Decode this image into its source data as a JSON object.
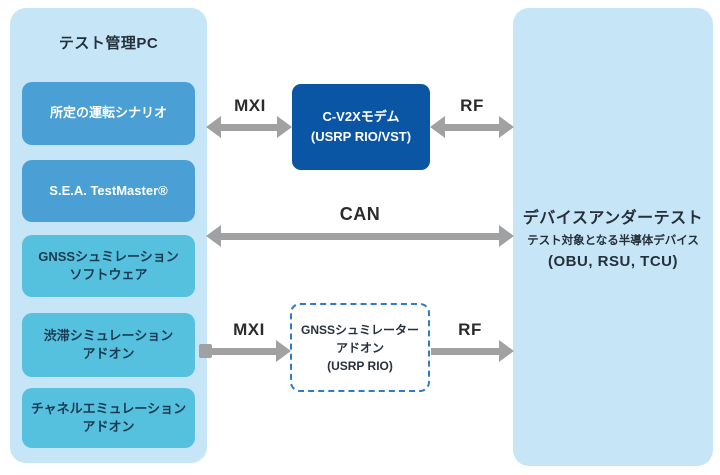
{
  "colors": {
    "panel_bg": "#c6e6f8",
    "module_blue": "#4a9fd4",
    "module_cyan": "#55c1df",
    "modem_bg": "#0b56a4",
    "dashed_border": "#2f7ac9",
    "arrow_gray": "#a0a1a3",
    "text_dark": "#25303b"
  },
  "test_pc_panel": {
    "title": "テスト管理PC",
    "modules": [
      {
        "label": "所定の運転シナリオ",
        "style": "blue"
      },
      {
        "label": "S.E.A. TestMaster®",
        "style": "blue"
      },
      {
        "label": "GNSSシュミレーション\nソフトウェア",
        "style": "cyan"
      },
      {
        "label": "渋滞シミュレーション\nアドオン",
        "style": "cyan"
      },
      {
        "label": "チャネルエミュレーション\nアドオン",
        "style": "cyan"
      }
    ]
  },
  "modem_box": {
    "label": "C-V2Xモデム\n(USRP RIO/VST)"
  },
  "gnss_addon_box": {
    "label": "GNSSシュミレーター\nアドオン\n(USRP RIO)"
  },
  "dut_panel": {
    "title": "デバイスアンダーテスト",
    "subtitle": "テスト対象となる半導体デバイス",
    "devices": "(OBU, RSU, TCU)"
  },
  "connections": {
    "mxi_top": "MXI",
    "rf_top": "RF",
    "can": "CAN",
    "mxi_bottom": "MXI",
    "rf_bottom": "RF"
  }
}
